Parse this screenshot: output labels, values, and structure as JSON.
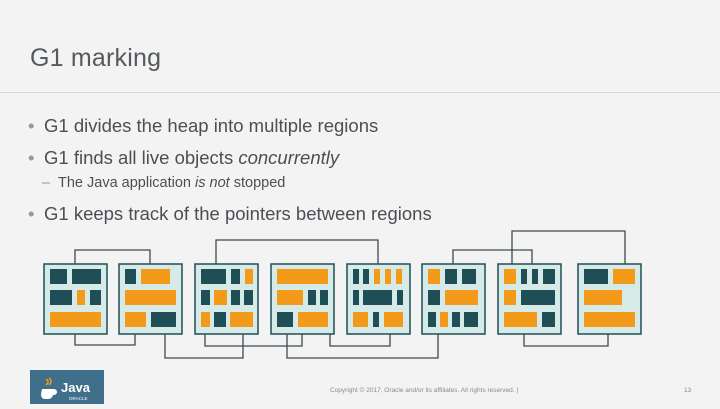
{
  "slide": {
    "title": "G1 marking",
    "bullets": [
      {
        "text": "G1 divides the heap into multiple regions"
      },
      {
        "prefix": "G1 finds all live objects ",
        "italic": "concurrently"
      },
      {
        "prefix": "G1 keeps track of the pointers between regions"
      }
    ],
    "sub_bullet": {
      "prefix": "The Java application ",
      "italic": "is not",
      "suffix": " stopped"
    },
    "footer": {
      "brand": "Java",
      "brand_sub": "ORACLE",
      "copyright": "Copyright © 2017, Oracle and/or its affiliates. All rights reserved.",
      "separator": "|",
      "page_number": "13"
    }
  },
  "colors": {
    "background": "#f3f3f3",
    "region_fill": "#d6ebe8",
    "dark_object": "#1f4e57",
    "orange_object": "#f39a1a",
    "link_line": "#3c4a52",
    "logo_bg": "#3f6f8a"
  },
  "icons": {
    "java_logo": "java-coffee-cup-icon"
  }
}
